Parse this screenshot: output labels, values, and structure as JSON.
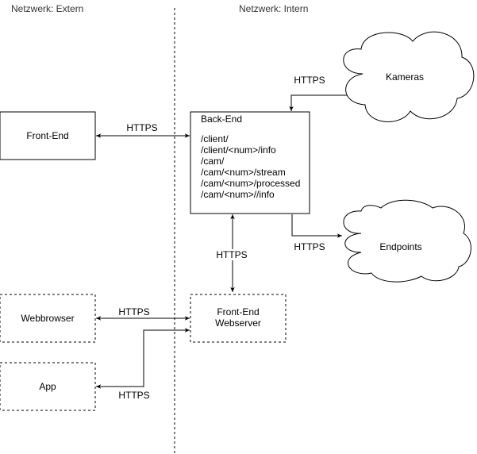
{
  "zones": {
    "extern": "Netzwerk: Extern",
    "intern": "Netzwerk: Intern"
  },
  "nodes": {
    "frontend": "Front-End",
    "backend_title": "Back-End",
    "backend_routes": [
      "/client/",
      "/client/<num>/info",
      "/cam/",
      "/cam/<num>/stream",
      "/cam/<num>/processed",
      "/cam/<num>//info"
    ],
    "kameras": "Kameras",
    "endpoints": "Endpoints",
    "webbrowser": "Webbrowser",
    "app": "App",
    "frontend_webserver": [
      "Front-End",
      "Webserver"
    ]
  },
  "edges": {
    "kameras_backend": "HTTPS",
    "frontend_backend": "HTTPS",
    "backend_endpoints": "HTTPS",
    "backend_webserver": "HTTPS",
    "webbrowser_webserver": "HTTPS",
    "app_webserver": "HTTPS"
  }
}
